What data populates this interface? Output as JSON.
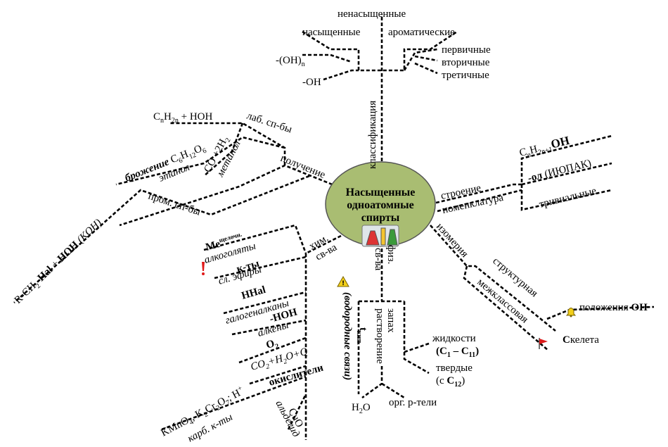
{
  "center": {
    "l1": "Насыщенные",
    "l2": "одноатомные",
    "l3": "спирты"
  },
  "branches": {
    "classification": "классификация",
    "structure": "строение",
    "nomenclature": "номенклатура",
    "isomerism": "изомерия",
    "phys": "физ.",
    "phys2": "св-ва",
    "chem": "хим.",
    "chem2": "св-ва",
    "obtaining": "получение"
  },
  "classification": {
    "unsat": "ненасыщенные",
    "sat": "насыщенные",
    "arom": "ароматические",
    "poly": "-(OH)",
    "poly_sub": "n",
    "mono": "-OH",
    "primary": "первичные",
    "secondary": "вторичные",
    "tertiary": "третичные"
  },
  "structure": {
    "formula_a": "C",
    "formula_n": "n",
    "formula_h": "H",
    "formula_2n1": "2n+1",
    "formula_oh": "OH"
  },
  "nomenclature": {
    "ol": "-ол",
    "iupac": " (ИЮПАК)",
    "trivial": "тривиальные"
  },
  "isomerism": {
    "structural": "структурная",
    "position_pre": "положения ",
    "position_oh": "OH",
    "skeleton_s": "С",
    "skeleton_rest": "келета",
    "interclass": "межклассовая"
  },
  "phys": {
    "smell": "запах",
    "dissolve": "растворение",
    "liquids": "жидкости",
    "liquids_range_a": "(C",
    "liquids_range_a_sub": "1",
    "liquids_range_mid": " – C",
    "liquids_range_b_sub": "11",
    "liquids_range_end": ")",
    "solids": "твердые",
    "solids_range_a": "(с ",
    "solids_range_c": "C",
    "solids_range_sub": "12",
    "solids_range_end": ")",
    "water_h": "H",
    "water_sub": "2",
    "water_o": "O",
    "org": "орг. р-тели",
    "tkip_t": "t",
    "tkip_sub": "кип.",
    "hbonds": "(водородные связи)"
  },
  "chem": {
    "me": "Me",
    "me_sup": "щелочн.",
    "alcoholates": "алкоголяты",
    "acids": "к-ты",
    "esters": "сл. эфиры",
    "hhal": "HHal",
    "haloalkanes": "галогеналканы",
    "hoh": "-HOH",
    "alkenes": "алкены",
    "o2": "O",
    "o2_sub": "2",
    "combust_a": "CO",
    "combust_a_sub": "2",
    "combust_b": "+H",
    "combust_b_sub": "2",
    "combust_c": "O+Q",
    "oxidants": "окислители",
    "kmno4": "KMnO",
    "kmno4_sub": "4",
    "k2cr": ", K",
    "k2cr_sub1": "2",
    "cr": "Cr",
    "cr_sub": "2",
    "o7": "O",
    "o7_sub": "7",
    "hplus": "; H",
    "hplus_sup": "+",
    "carb_acids": "карб. к-ты",
    "cuo": "CuO",
    "aldehyde": "альдегид"
  },
  "obtaining": {
    "lab": "лаб. сп-бы",
    "alkene_a": "C",
    "alkene_n": "n",
    "alkene_h": "H",
    "alkene_2n": "2n",
    "alkene_rest": " + HOH",
    "ferment": "брожение",
    "ferment_rest": " C",
    "ferment_6": "6",
    "ferment_h": "H",
    "ferment_12": "12",
    "ferment_o": "O",
    "ferment_6b": "6",
    "ethanol": "этанол",
    "syngas_a": "CO +2H",
    "syngas_sub": "2",
    "methanol": "метанол",
    "industrial": "пром. сп-бы",
    "hal_a": "R-CH",
    "hal_a_sub": "2",
    "hal_b": "-",
    "hal_hal": "Hal",
    "hal_c": " + ",
    "hal_hoh": "HOH",
    "hal_koh": " (KOH)"
  },
  "colors": {
    "center_fill": "#a9bd72",
    "bell": "#f2cf1a",
    "flag": "#d91a1a",
    "exclaim": "#e01a1a"
  }
}
